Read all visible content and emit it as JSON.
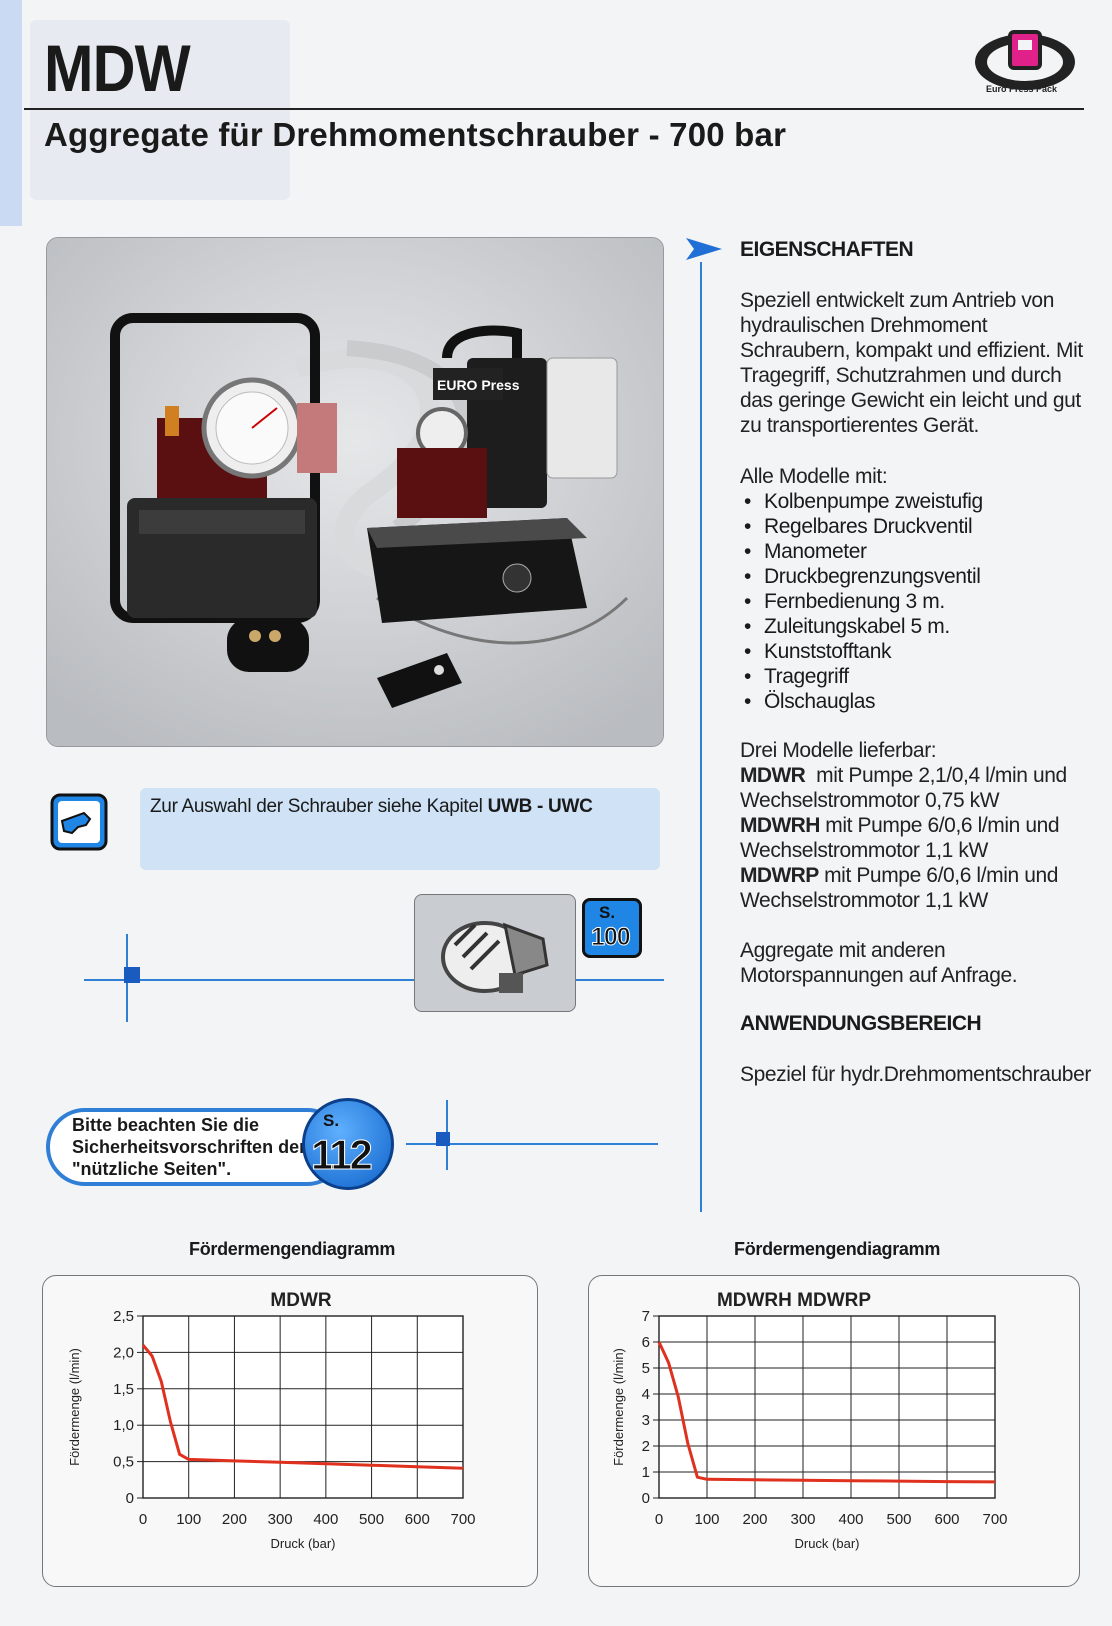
{
  "header": {
    "title": "MDW",
    "subtitle": "Aggregate für Drehmomentschrauber - 700 bar",
    "logo_text": "Euro Press Pack"
  },
  "features": {
    "heading": "EIGENSCHAFTEN",
    "intro": "Speziell entwickelt zum Antrieb von hydraulischen Drehmoment Schraubern, kompakt und effizient. Mit Tragegriff, Schutzrahmen und durch das geringe Gewicht ein leicht und gut zu transportierentes Gerät.",
    "all_models": "Alle Modelle mit:",
    "items": [
      "Kolbenpumpe zweistufig",
      "Regelbares Druckventil",
      "Manometer",
      "Druckbegrenzungsventil",
      "Fernbedienung 3 m.",
      "Zuleitungskabel 5 m.",
      "Kunststofftank",
      "Tragegriff",
      "Ölschauglas"
    ],
    "models_intro": "Drei Modelle lieferbar:",
    "models": [
      {
        "name": "MDWR",
        "text": "mit Pumpe 2,1/0,4 l/min und Wechselstrommotor 0,75 kW"
      },
      {
        "name": "MDWRH",
        "text": "mit Pumpe 6/0,6 l/min und Wechselstrommotor 1,1 kW"
      },
      {
        "name": "MDWRP",
        "text": "mit Pumpe 6/0,6 l/min und Wechselstrommotor 1,1 kW"
      }
    ],
    "other_voltages": "Aggregate mit anderen Motorspannungen auf Anfrage."
  },
  "application": {
    "heading": "ANWENDUNGSBEREICH",
    "text": "Speziel für hydr.Drehmomentschrauber"
  },
  "photo": {
    "brand": "EURO Press"
  },
  "hint": {
    "prefix": "Zur Auswahl der Schrauber siehe Kapitel",
    "bold": "UWB - UWC"
  },
  "badge_100": {
    "s": "S.",
    "n": "100"
  },
  "safety": {
    "text": "Bitte beachten Sie die Sicherheitsvorschriften der \"nützliche Seiten\".",
    "badge_s": "S.",
    "badge_n": "112"
  },
  "chart_data": [
    {
      "type": "line",
      "title": "Fördermengendiagramm",
      "series": [
        {
          "name": "MDWR",
          "x": [
            0,
            20,
            40,
            60,
            80,
            100,
            200,
            300,
            400,
            500,
            600,
            700
          ],
          "y": [
            2.1,
            1.95,
            1.6,
            1.05,
            0.6,
            0.53,
            0.51,
            0.49,
            0.47,
            0.45,
            0.43,
            0.41
          ]
        }
      ],
      "xlabel": "Druck (bar)",
      "ylabel": "Fördermenge (l/min)",
      "xlim": [
        0,
        700
      ],
      "ylim": [
        0,
        2.5
      ],
      "xticks": [
        "0",
        "100",
        "200",
        "300",
        "400",
        "500",
        "600",
        "700"
      ],
      "yticks": [
        "0",
        "0,5",
        "1,0",
        "1,5",
        "2,0",
        "2,5"
      ],
      "color": "#e0301e"
    },
    {
      "type": "line",
      "title": "Fördermengendiagramm",
      "series": [
        {
          "name": "MDWRH   MDWRP",
          "x": [
            0,
            20,
            40,
            60,
            80,
            100,
            200,
            300,
            400,
            500,
            600,
            700
          ],
          "y": [
            6.0,
            5.2,
            3.9,
            2.1,
            0.8,
            0.72,
            0.7,
            0.68,
            0.66,
            0.65,
            0.63,
            0.62
          ]
        }
      ],
      "xlabel": "Druck (bar)",
      "ylabel": "Fördermenge (l/min)",
      "xlim": [
        0,
        700
      ],
      "ylim": [
        0,
        7
      ],
      "xticks": [
        "0",
        "100",
        "200",
        "300",
        "400",
        "500",
        "600",
        "700"
      ],
      "yticks": [
        "0",
        "1",
        "2",
        "3",
        "4",
        "5",
        "6",
        "7"
      ],
      "color": "#e0301e"
    }
  ]
}
